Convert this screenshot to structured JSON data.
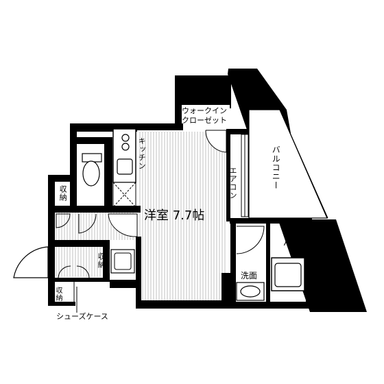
{
  "rooms": {
    "main_room": "洋室 7.7帖",
    "walk_in_closet_line1": "ウォークイン",
    "walk_in_closet_line2": "クローゼット",
    "kitchen": "キッチン",
    "air_conditioner": "エアコン",
    "balcony": "バルコニー",
    "bath": "バス",
    "washroom": "洗面",
    "storage_1": "収納",
    "storage_2": "収納",
    "storage_3": "収納",
    "shoe_case": "シューズケース"
  },
  "colors": {
    "wall": "#000000",
    "floor_lines": "#999999",
    "background": "#ffffff"
  }
}
